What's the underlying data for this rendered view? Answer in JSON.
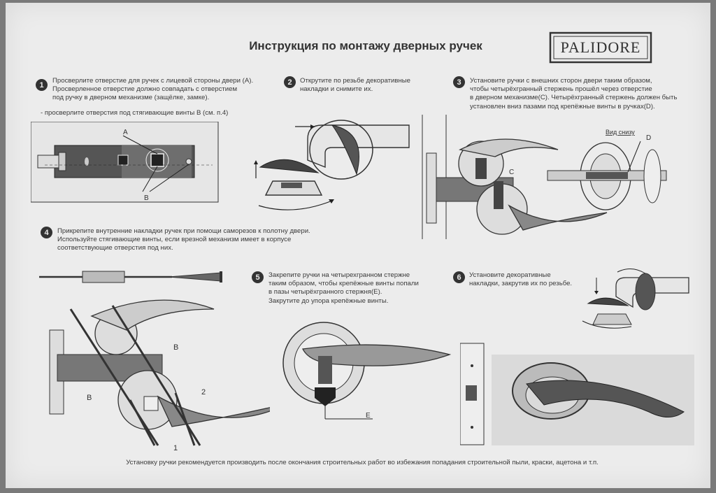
{
  "title": "Инструкция по монтажу дверных ручек",
  "brand": "PALIDORE",
  "steps": {
    "s1": {
      "num": "1",
      "text": "Просверлите отверстие для ручек с лицевой стороны двери (А).\nПросверленное отверстие должно совпадать с отверстием\nпод ручку в дверном механизме (защёлке, замке).",
      "note": "- просверлите отверстия под стягивающие винты В (см. п.4)"
    },
    "s2": {
      "num": "2",
      "text": "Открутите по резьбе декоративные\nнакладки и снимите их."
    },
    "s3": {
      "num": "3",
      "text": "Установите ручки с внешних сторон двери таким образом,\nчтобы четырёхгранный стержень прошёл через отверстие\nв дверном механизме(С). Четырёхгранный стержень должен быть\nустановлен вниз пазами под крепёжные винты в ручках(D)."
    },
    "s4": {
      "num": "4",
      "text": "Прикрепите внутренние накладки ручек при помощи саморезов к полотну двери.\nИспользуйте стягивающие винты, если врезной механизм имеет в корпусе\nсоответствующие отверстия под них."
    },
    "s5": {
      "num": "5",
      "text": "Закрепите ручки на четырехгранном стержне\nтаким образом, чтобы крепёжные винты попали\nв пазы четырёхгранного стержня(Е).\nЗакрутите до упора крепёжные винты."
    },
    "s6": {
      "num": "6",
      "text": "Установите декоративные\nнакладки, закрутив их по резьбе."
    }
  },
  "labels": {
    "a": "A",
    "b": "B",
    "c": "C",
    "d": "D",
    "e": "E",
    "one": "1",
    "two": "2",
    "bottom_view": "Вид снизу"
  },
  "footer": "Установку ручки рекомендуется производить после окончания строительных работ во избежания попадания строительной пыли, краски, ацетона и т.п."
}
